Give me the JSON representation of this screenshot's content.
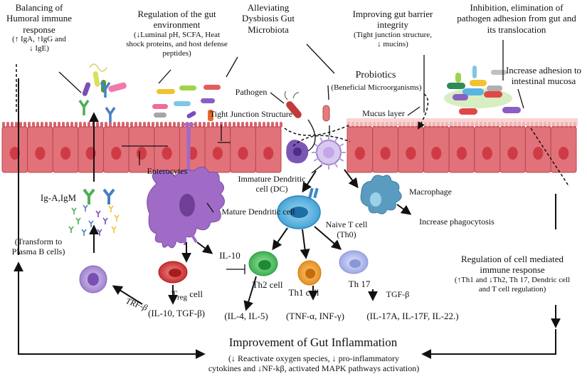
{
  "labels": {
    "humoral_1": "Balancing of",
    "humoral_2": "Humoral immune",
    "humoral_3": "response",
    "humoral_4": "(↑ IgA, ↑IgG and",
    "humoral_5": "↓ IgE)",
    "gut_env_1": "Regulation of the gut",
    "gut_env_2": "environment",
    "gut_env_3": "(↓Luminal pH, SCFA, Heat",
    "gut_env_4": "shock proteins, and host defense",
    "gut_env_5": "peptides)",
    "dysbiosis_1": "Alleviating",
    "dysbiosis_2": "Dysbiosis Gut",
    "dysbiosis_3": "Microbiota",
    "barrier_1": "Improving gut barrier",
    "barrier_2": "integrity",
    "barrier_3": "(Tight junction structure,",
    "barrier_4": "↓ mucins)",
    "pathogen_adh_1": "Inhibition, elimination of",
    "pathogen_adh_2": "pathogen adhesion from gut and",
    "pathogen_adh_3": "its translocation",
    "adhesion_1": "Increase adhesion to",
    "adhesion_2": "intestinal mucosa",
    "probiotics": "Probiotics",
    "probiotics_sub": "(Beneficial Microorganisms)",
    "pathogen": "Pathogen",
    "tight_junction": "Tight Junction Structure",
    "mucus": "Mucus layer",
    "enterocytes": "Enterocytes",
    "immature_dc_1": "Immature Dendritic",
    "immature_dc_2": "cell (DC)",
    "mature_dc": "Mature Dendritic cell",
    "macrophage": "Macrophage",
    "phagocytosis": "Increase phagocytosis",
    "naive_t_1": "Naive T cell",
    "naive_t_2": "(Th0)",
    "iga": "Ig-A,IgM",
    "plasma_1": "(Transform to",
    "plasma_2": "Plasma B cells)",
    "il10": "IL-10",
    "treg_t": "T",
    "treg_sub": "reg",
    "treg_cell": " cell",
    "th2": "Th2 cell",
    "th1": "Th1 cell",
    "th17": "Th 17",
    "tgf_b": "TGF-β",
    "trf_b": "TRF-β",
    "treg_out": "(IL-10, TGF-β)",
    "th2_out": "(IL-4, IL-5)",
    "th1_out": "(TNF-α, INF-γ)",
    "th17_out": "(IL-17A, IL-17F, IL-22.)",
    "cell_med_1": "Regulation of cell mediated",
    "cell_med_2": "immune response",
    "cell_med_3": "(↑Th1 and ↓Th2, Th 17, Dendric cell",
    "cell_med_4": "and T cell regulation)",
    "improve_title": "Improvement of Gut Inflammation",
    "improve_sub_1": "(↓ Reactivate oxygen species, ↓ pro-inflammatory",
    "improve_sub_2": "cytokines and ↓NF-kβ, activated MAPK pathways activation)"
  },
  "colors": {
    "enterocyte_fill": "#e2727a",
    "enterocyte_stroke": "#b54650",
    "nucleus": "#cf3b45",
    "villi": "#d9646d",
    "mucus": "#f6c9c7",
    "dendritic": "#a06bc7",
    "dendritic_dark": "#6f3f96",
    "naive_t": "#5ab4e2",
    "macrophage": "#5a9cc0",
    "treg": "#d73a3a",
    "th2": "#4cbf5c",
    "th1": "#ef9b2a",
    "th17": "#aab4ea",
    "plasma": "#b89cd8",
    "antibody_green": "#4caf50",
    "antibody_blue": "#4a7fc2",
    "antibody_purple": "#7a4fb5"
  }
}
